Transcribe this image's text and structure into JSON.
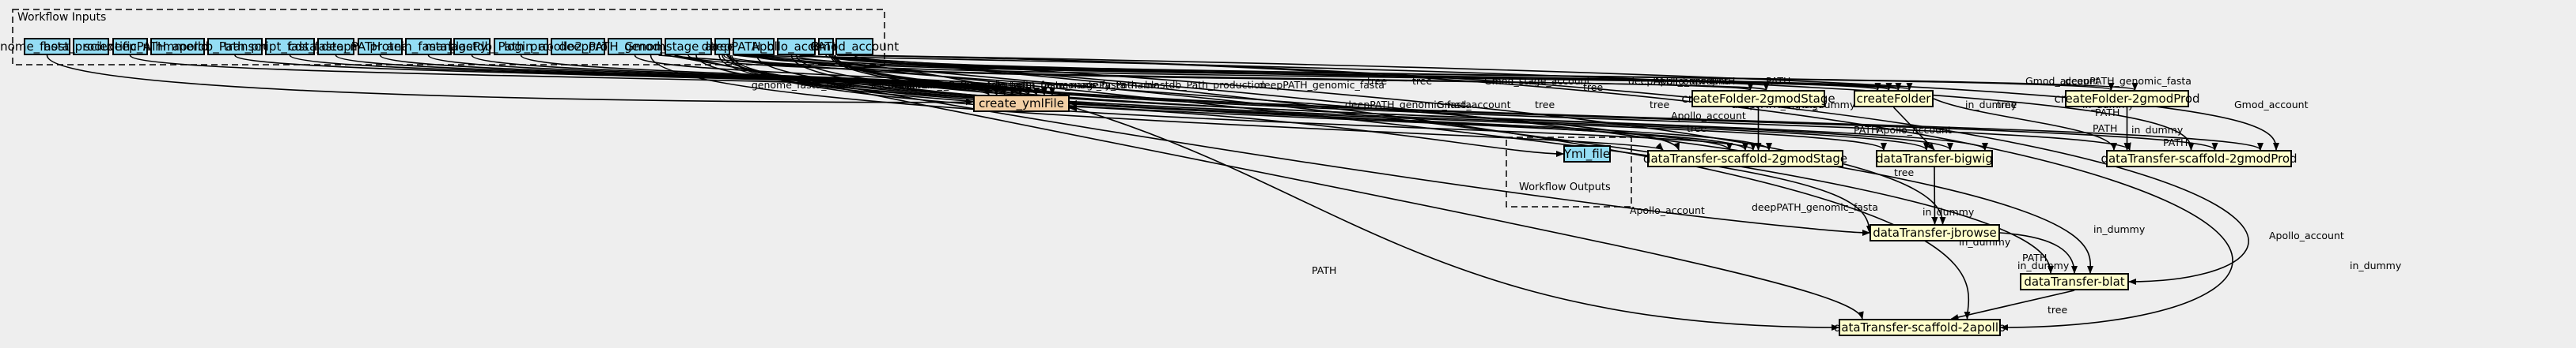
{
  "clusters": {
    "inputs_title": "Workflow Inputs",
    "outputs_title": "Workflow Outputs"
  },
  "inputs": [
    "genome_fasta_name",
    "host_production",
    "scientific_name",
    "deepPATH_apollo2_data",
    "hmmerdb_Path_production",
    "transcript_fasta_name",
    "cds_fasta_name",
    "deepPATH_analyses",
    "protein_fasta_name",
    "managePy_Path",
    "blastdb_Path_production",
    "login_apollo2_production",
    "deepPATH_genomic_fasta",
    "Gmod_stage_account",
    "tree",
    "deepPATH_bigwig",
    "Apollo_account",
    "PATH",
    "Gmod_account"
  ],
  "steps": {
    "create_ymlfile": "create_ymlFile",
    "createfolder_2gmodstage": "createFolder-2gmodStage",
    "createfolder": "createFolder",
    "createfolder_2gmodprod": "createFolder-2gmodProd",
    "datatransfer_scaffold_2gmodstage": "dataTransfer-scaffold-2gmodStage",
    "datatransfer_bigwig": "dataTransfer-bigwig",
    "datatransfer_scaffold_2gmodprod": "dataTransfer-scaffold-2gmodProd",
    "datatransfer_jbrowse": "dataTransfer-jbrowse",
    "datatransfer_blat": "dataTransfer-blat",
    "datatransfer_scaffold_2apollo": "dataTransfer-scaffold-2apollo"
  },
  "outputs": [
    "Yml_file"
  ],
  "edge_labels": [
    "genome_fasta_name",
    "scientific_name",
    "hmmerdb_Path_production",
    "transcript_fasta_name",
    "cds_fasta_name",
    "deepPATH_analyses",
    "protein_fasta_name",
    "managePy_Path",
    "blastdb_Path_production",
    "deepPATH_genomic_fasta",
    "tree",
    "tree",
    "Gmod_stage_account",
    "tree",
    "deepPATH_bigwig",
    "Apollo_account",
    "PATH",
    "PATH",
    "Gmod_account",
    "deepPATH_genomic_fasta",
    "deepPATH_genomic_fasta",
    "Gmod_account",
    "tree",
    "tree",
    "Apollo_account",
    "tree",
    "deepPATH_bigwig",
    "in_dummy",
    "PATH",
    "Apollo_account",
    "in_dummy",
    "tree",
    "in_dummy",
    "PATH",
    "PATH",
    "Gmod_account",
    "PATH",
    "in_dummy",
    "deepPATH_genomic_fasta",
    "Apollo_account",
    "in_dummy",
    "tree",
    "PATH",
    "in_dummy",
    "Apollo_account",
    "in_dummy",
    "tree",
    "PATH",
    "in_dummy",
    "in_dummy"
  ]
}
